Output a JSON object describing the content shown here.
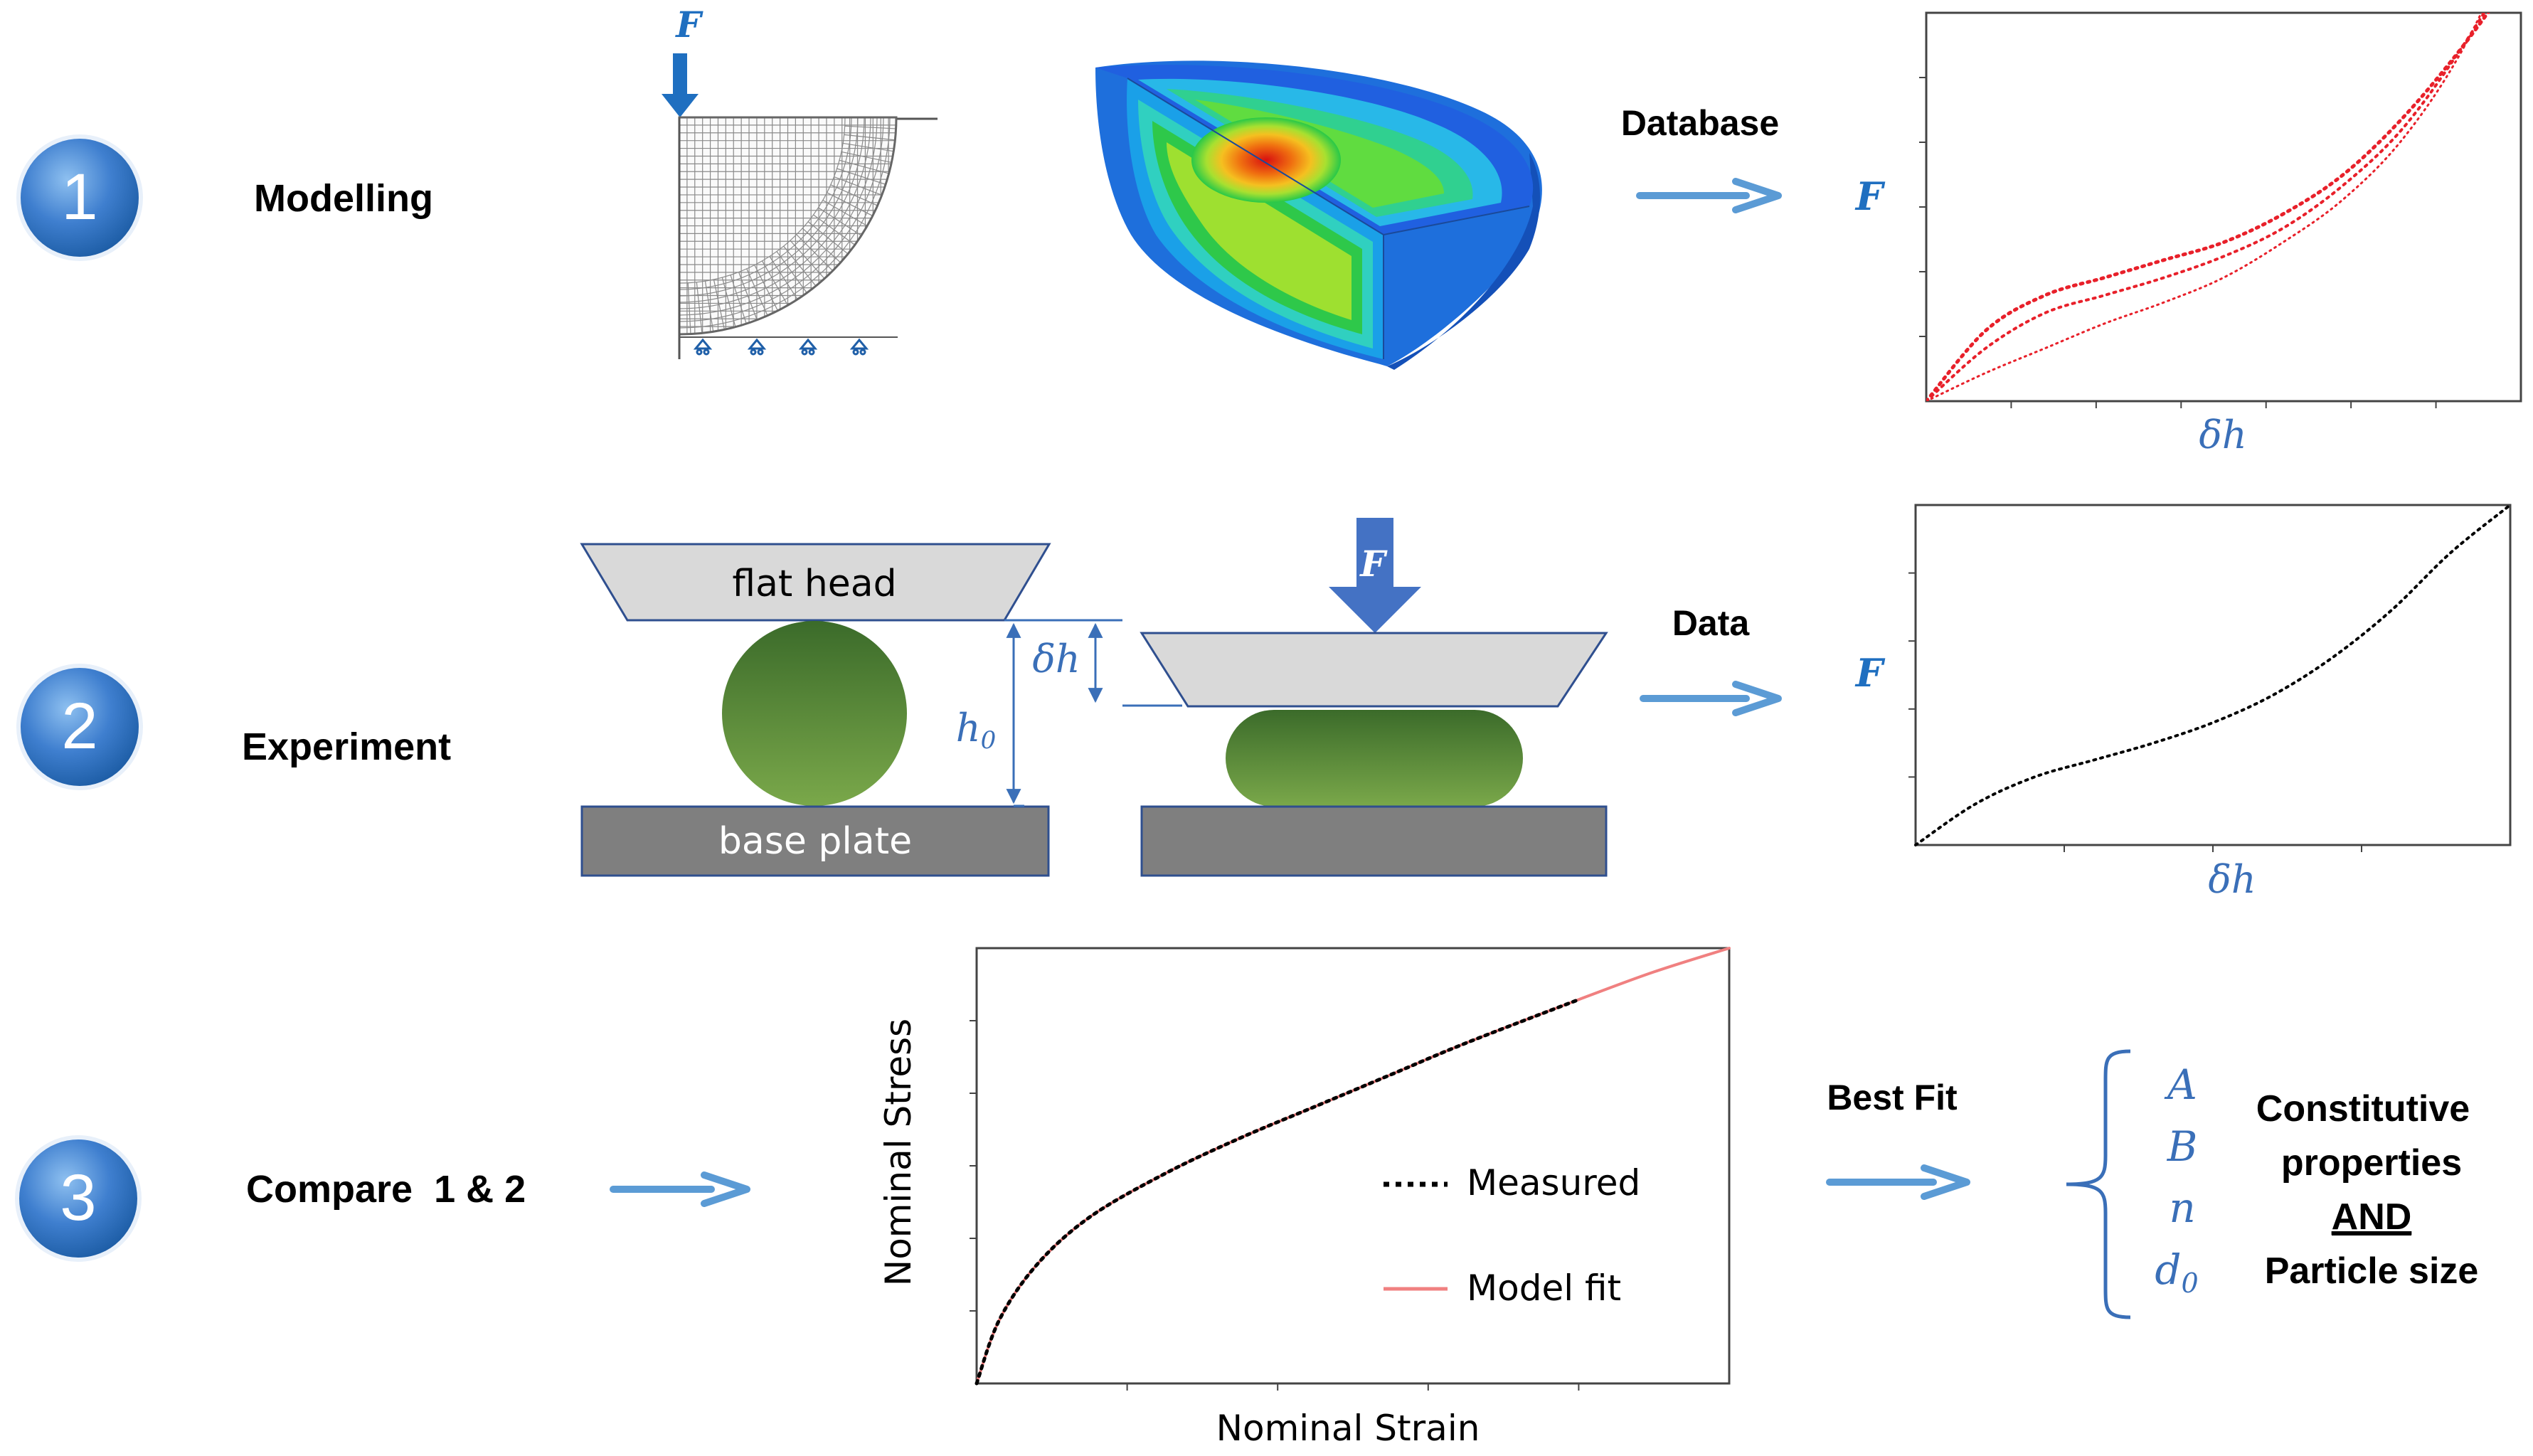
{
  "steps": [
    {
      "number": "1",
      "label": "Modelling"
    },
    {
      "number": "2",
      "label": "Experiment"
    },
    {
      "number": "3",
      "label": "Compare  1 & 2"
    }
  ],
  "row1": {
    "force_label": "F",
    "arrow_label": "Database",
    "chart_ylabel": "F",
    "chart_xlabel": "δh"
  },
  "row2": {
    "flat_head_label": "flat head",
    "base_plate_label": "base plate",
    "delta_h_label": "δh",
    "h0_label": "h",
    "h0_sub": "0",
    "force_label": "F",
    "arrow_label": "Data",
    "chart_ylabel": "F",
    "chart_xlabel": "δh"
  },
  "row3": {
    "chart_xlabel": "Nominal Strain",
    "chart_ylabel": "Nominal Stress",
    "legend_measured": "Measured",
    "legend_model": "Model fit",
    "arrow_label": "Best Fit",
    "params": [
      "A",
      "B",
      "n",
      "d"
    ],
    "param_d_sub": "0",
    "result_line1": "Constitutive",
    "result_line2": "properties",
    "result_line3": "AND",
    "result_line4": "Particle size"
  },
  "colors": {
    "step_circle": "#3f7fcf",
    "arrow": "#5b9bd5",
    "force_arrow": "#1f6fc0",
    "particle": "#3f6e2a",
    "base_plate": "#7f7f7f",
    "flat_head": "#d9d9d9",
    "database_curves": "#e8202a",
    "measured": "#000000",
    "model_fit": "#f08080"
  },
  "chart_data": [
    {
      "type": "line",
      "title": "",
      "xlabel": "δh",
      "ylabel": "F",
      "grid": false,
      "series": [
        {
          "x": [
            0,
            0.1,
            0.2,
            0.3,
            0.4,
            0.5,
            0.6,
            0.7,
            0.8,
            0.9,
            1.0
          ],
          "y": [
            0,
            0.2,
            0.3,
            0.35,
            0.4,
            0.45,
            0.53,
            0.64,
            0.8,
            1.0,
            1.23
          ]
        },
        {
          "x": [
            0,
            0.1,
            0.2,
            0.3,
            0.4,
            0.5,
            0.6,
            0.7,
            0.8,
            0.9,
            1.0
          ],
          "y": [
            0,
            0.15,
            0.25,
            0.3,
            0.35,
            0.41,
            0.49,
            0.61,
            0.77,
            1.0,
            1.27
          ]
        },
        {
          "x": [
            0,
            0.1,
            0.2,
            0.3,
            0.4,
            0.5,
            0.6,
            0.7,
            0.8,
            0.9,
            1.0
          ],
          "y": [
            0,
            0.08,
            0.15,
            0.22,
            0.28,
            0.35,
            0.45,
            0.57,
            0.74,
            0.99,
            1.34
          ]
        }
      ]
    },
    {
      "type": "line",
      "title": "",
      "xlabel": "δh",
      "ylabel": "F",
      "grid": false,
      "series": [
        {
          "x": [
            0,
            0.1,
            0.2,
            0.3,
            0.4,
            0.5,
            0.6,
            0.7,
            0.8,
            0.9,
            1.0
          ],
          "y": [
            0,
            0.12,
            0.2,
            0.25,
            0.3,
            0.36,
            0.44,
            0.55,
            0.69,
            0.86,
            1.0
          ]
        }
      ]
    },
    {
      "type": "line",
      "title": "",
      "xlabel": "Nominal Strain",
      "ylabel": "Nominal Stress",
      "grid": false,
      "legend_position": "center-right",
      "series": [
        {
          "name": "Measured",
          "x": [
            0,
            0.03,
            0.08,
            0.15,
            0.25,
            0.35,
            0.45,
            0.55,
            0.65,
            0.8
          ],
          "y": [
            0,
            0.16,
            0.3,
            0.42,
            0.53,
            0.62,
            0.7,
            0.78,
            0.86,
            0.97
          ]
        },
        {
          "name": "Model fit",
          "x": [
            0,
            0.03,
            0.08,
            0.15,
            0.25,
            0.35,
            0.45,
            0.55,
            0.65,
            0.8,
            0.9,
            1.0
          ],
          "y": [
            0,
            0.16,
            0.3,
            0.42,
            0.53,
            0.62,
            0.7,
            0.78,
            0.86,
            0.97,
            1.04,
            1.1
          ]
        }
      ]
    }
  ]
}
